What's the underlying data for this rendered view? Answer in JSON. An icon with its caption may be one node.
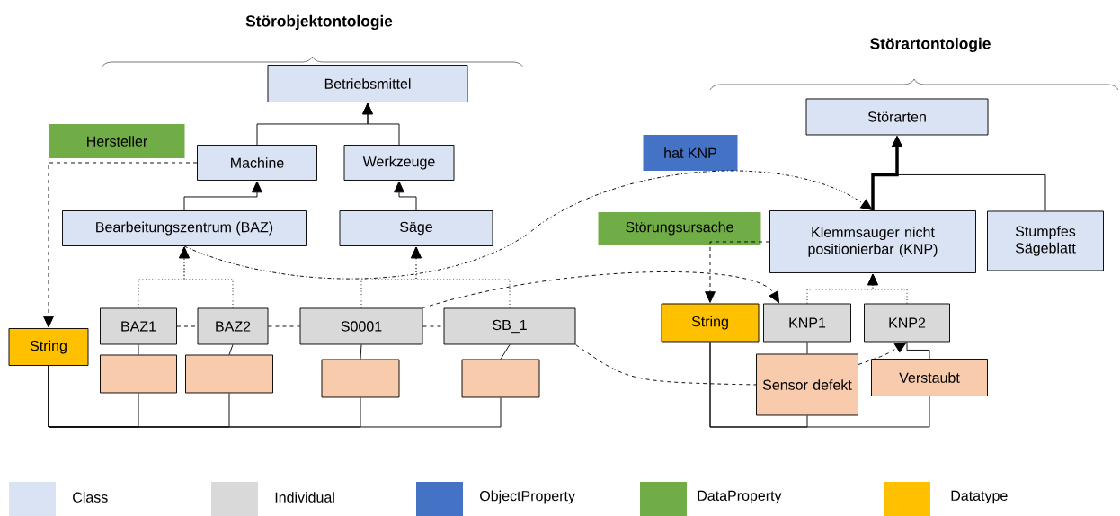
{
  "diagram": {
    "nodes": [
      {
        "text": [
          "Betriebsmittel"
        ]
      },
      {
        "text": [
          "Machine"
        ]
      },
      {
        "text": [
          "Werkzeuge"
        ]
      },
      {
        "text": [
          "Bearbeitungszentrum (BAZ)"
        ]
      },
      {
        "text": [
          "Säge"
        ]
      },
      {
        "text": [
          "Hersteller"
        ]
      },
      {
        "text": [
          "String"
        ]
      },
      {
        "text": [
          "BAZ1"
        ]
      },
      {
        "text": [
          "BAZ2"
        ]
      },
      {
        "text": [
          "S0001"
        ]
      },
      {
        "text": [
          "SB_1"
        ]
      },
      {
        "text": [],
        "shape": "box"
      },
      {
        "text": [],
        "shape": "box"
      },
      {
        "text": [],
        "shape": "box"
      },
      {
        "text": [],
        "shape": "box"
      },
      {
        "text": [
          "Störarten"
        ]
      },
      {
        "text": [
          "hat KNP"
        ]
      },
      {
        "text": [
          "Störungsursache"
        ]
      },
      {
        "text": [
          "Klemmsauger nicht positionierbar (KNP)"
        ]
      },
      {
        "text": [
          "Stumpfes Sägeblatt"
        ]
      },
      {
        "text": [
          "String"
        ]
      },
      {
        "text": [
          "KNP1"
        ]
      },
      {
        "text": [
          "KNP2"
        ]
      },
      {
        "text": [
          "Sensor defekt"
        ]
      },
      {
        "text": [
          "Verstaubt"
        ]
      }
    ],
    "edges": [
      {
        "from": 1,
        "to": 0,
        "arrow": "to"
      },
      {
        "from": 2,
        "to": 0,
        "arrow": "to"
      },
      {
        "from": 3,
        "to": 1,
        "arrow": "to"
      },
      {
        "from": 4,
        "to": 2,
        "arrow": "to"
      },
      {
        "from": 7,
        "to": 3,
        "arrow": "to",
        "style": "dashed"
      },
      {
        "from": 8,
        "to": 3,
        "arrow": "to",
        "style": "dashed"
      },
      {
        "from": 9,
        "to": 4,
        "arrow": "to",
        "style": "dashed"
      },
      {
        "from": 10,
        "to": 4,
        "arrow": "to",
        "style": "dashed"
      },
      {
        "from": 21,
        "to": 18,
        "arrow": "to",
        "style": "dashed"
      },
      {
        "from": 22,
        "to": 18,
        "arrow": "to",
        "style": "dashed"
      },
      {
        "from": 18,
        "to": 15,
        "arrow": "to",
        "style": "thick"
      },
      {
        "from": 19,
        "to": 15,
        "arrow": "to"
      },
      {
        "from": 1,
        "to": 6,
        "arrow": "to",
        "style": "dashed"
      },
      {
        "from": 18,
        "to": 20,
        "arrow": "to",
        "style": "dashed"
      },
      {
        "from": 7,
        "to": 8,
        "arrow": "none",
        "style": "dashed"
      },
      {
        "from": 8,
        "to": 9,
        "arrow": "none",
        "style": "dashed"
      },
      {
        "from": 9,
        "to": 10,
        "arrow": "none",
        "style": "dashed"
      },
      {
        "from": 9,
        "to": 21,
        "arrow": "to",
        "style": "dashed"
      },
      {
        "from": 10,
        "to": 23,
        "arrow": "none",
        "style": "dashed"
      },
      {
        "from": 23,
        "to": 22,
        "arrow": "to",
        "style": "dashed"
      },
      {
        "from": 3,
        "to": 18,
        "arrow": "to",
        "style": "dashed"
      },
      {
        "from": 7,
        "to": 11,
        "arrow": "none"
      },
      {
        "from": 8,
        "to": 12,
        "arrow": "none"
      },
      {
        "from": 9,
        "to": 13,
        "arrow": "none"
      },
      {
        "from": 10,
        "to": 14,
        "arrow": "none"
      },
      {
        "from": 21,
        "to": 23,
        "arrow": "none"
      },
      {
        "from": 22,
        "to": 24,
        "arrow": "none"
      },
      {
        "from": 6,
        "to": 11,
        "arrow": "none"
      },
      {
        "from": 6,
        "to": 12,
        "arrow": "none"
      },
      {
        "from": 6,
        "to": 13,
        "arrow": "none"
      },
      {
        "from": 6,
        "to": 14,
        "arrow": "none"
      },
      {
        "from": 20,
        "to": 23,
        "arrow": "none"
      },
      {
        "from": 20,
        "to": 24,
        "arrow": "none"
      }
    ],
    "labels": [
      "Störobjektontologie",
      "Störartontologie"
    ],
    "legend": [
      {
        "text": "Class",
        "color": "#dae3f3"
      },
      {
        "text": "Individual",
        "color": "#d9d9d9"
      },
      {
        "text": "ObjectProperty",
        "color": "#4472c4"
      },
      {
        "text": "DataProperty",
        "color": "#70ad47"
      },
      {
        "text": "Datatype",
        "color": "#ffc000"
      }
    ]
  }
}
